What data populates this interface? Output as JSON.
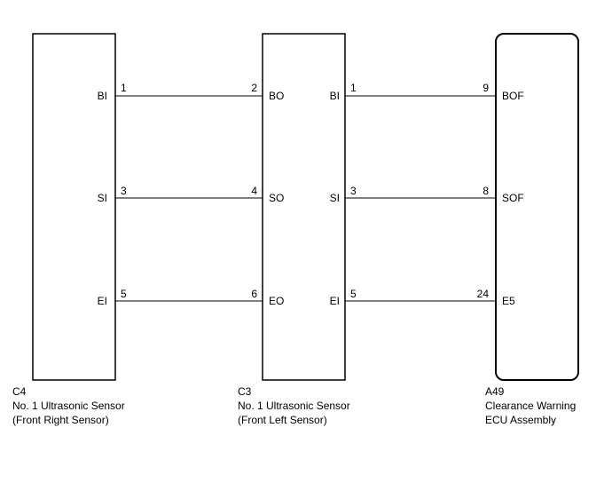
{
  "components": [
    {
      "code": "C4",
      "name": "No. 1 Ultrasonic Sensor",
      "sub": "(Front Right Sensor)"
    },
    {
      "code": "C3",
      "name": "No. 1 Ultrasonic Sensor",
      "sub": "(Front Left Sensor)"
    },
    {
      "code": "A49",
      "name": "Clearance Warning",
      "sub": "ECU Assembly"
    }
  ],
  "wires": [
    {
      "left": {
        "terminal": "BI",
        "pin": "1"
      },
      "right": {
        "terminal": "BO",
        "pin": "2"
      }
    },
    {
      "left": {
        "terminal": "SI",
        "pin": "3"
      },
      "right": {
        "terminal": "SO",
        "pin": "4"
      }
    },
    {
      "left": {
        "terminal": "EI",
        "pin": "5"
      },
      "right": {
        "terminal": "EO",
        "pin": "6"
      }
    },
    {
      "left": {
        "terminal": "BI",
        "pin": "1"
      },
      "right": {
        "terminal": "BOF",
        "pin": "9"
      }
    },
    {
      "left": {
        "terminal": "SI",
        "pin": "3"
      },
      "right": {
        "terminal": "SOF",
        "pin": "8"
      }
    },
    {
      "left": {
        "terminal": "EI",
        "pin": "5"
      },
      "right": {
        "terminal": "E5",
        "pin": "24"
      }
    }
  ]
}
